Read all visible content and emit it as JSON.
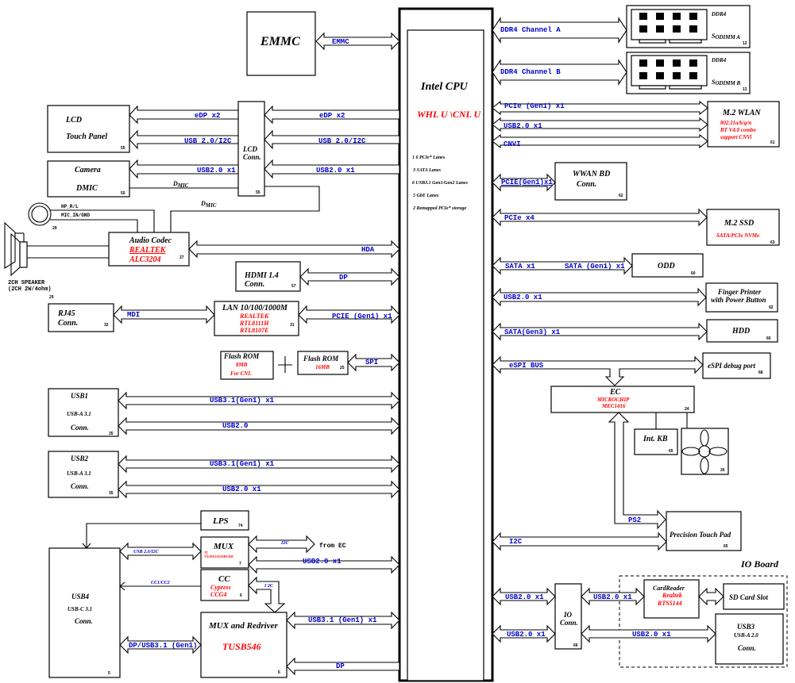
{
  "title": "Intel CPU WHL U / CNL U System Block Diagram",
  "cpu": {
    "title": "Intel CPU",
    "subtitle": "WHL U \\CNL U",
    "lanes": [
      "1 6 PCIe* Lanes",
      "3 SATA Lanes",
      "6  USB3.1 Gen1/Gen2 Lanes",
      "5 GbE Lanes",
      "2 Remapped  PCIe* storage"
    ]
  },
  "left_blocks": {
    "emmc": {
      "title": "EMMC",
      "bus": "EMMC"
    },
    "lcd_panel": {
      "line1": "LCD",
      "line2": "Touch Panel",
      "page": "55"
    },
    "camera": {
      "line1": "Camera",
      "line2": "DMIC",
      "page": "55"
    },
    "lcd_conn": {
      "line1": "LCD",
      "line2": "Conn.",
      "page": "55"
    },
    "lcd_buses": {
      "edp": "eDP x2",
      "usb_i2c": "USB 2.0/I2C",
      "usb2": "USB2.0 x1",
      "dmic": "D",
      "dmic_sub": "MIC"
    },
    "audio_jack": {
      "hp": "HP_R/L",
      "mic": "MIC_IN/GND",
      "page": "29"
    },
    "speaker": {
      "line1": "2CH SPEAKER",
      "line2": "(2CH 2W/4ohm)",
      "page": "29"
    },
    "audio_codec": {
      "title": "Audio Codec",
      "vendor": "REALTEK",
      "part": "ALC3204",
      "page": "27",
      "bus": "HDA"
    },
    "hdmi": {
      "line1": "HDMI  1.4",
      "line2": "Conn.",
      "page": "57",
      "bus": "DP"
    },
    "rj45": {
      "line1": "RJ45",
      "line2": "Conn.",
      "page": "32",
      "bus": "MDI"
    },
    "lan": {
      "title": "LAN 10/100/1000M",
      "vendor": "REALTEK",
      "part1": "RTL8111H",
      "part2": "RTL8107E",
      "page": "31",
      "bus": "PCIE  (Gen1)  x1"
    },
    "flash_rom_cnl": {
      "title": "Flash ROM",
      "size": "8MB",
      "note": "For CNL"
    },
    "flash_rom": {
      "title": "Flash ROM",
      "size": "16MB",
      "page": "25",
      "bus": "SPI"
    },
    "usb1": {
      "title": "USB1",
      "type": "USB-A 3.1",
      "conn": "Conn.",
      "page": "35",
      "bus1": "USB3.1(Gen1)  x1",
      "bus2": "USB2.0"
    },
    "usb2": {
      "title": "USB2",
      "type": "USB-A 3.1",
      "conn": "Conn.",
      "page": "35",
      "bus1": "USB3.1(Gen1)  x1",
      "bus2": "USB2.0  x1"
    },
    "lps": {
      "title": "LPS",
      "page": "74"
    },
    "mux": {
      "title": "MUX",
      "vendor": "TI",
      "part": "TS3DS10224RUKR",
      "page": "7",
      "i2c": "I2C",
      "from_ec": "from EC",
      "bus": "USB2.0  x1",
      "usb4_bus": "USB 2.0/I2C"
    },
    "cc": {
      "title": "CC",
      "vendor": "Cypress",
      "part": "CCG4",
      "page": "6",
      "bus": "CC1/CC2",
      "i2c": "I 2C"
    },
    "usb4": {
      "title": "USB4",
      "type": "USB-C 3.1",
      "conn": "Conn.",
      "page": "5"
    },
    "redriver": {
      "title": "MUX and Redriver",
      "part": "TUSB546",
      "page": "6",
      "bus_usb": "USB3.1  (Gen1)  x1",
      "bus_dp": "DP",
      "usb4_bus": "DP/USB3.1  (Gen1)"
    }
  },
  "right_blocks": {
    "dimm_a": {
      "type": "DDR4",
      "name": "S",
      "name_sub": "ODIMM A",
      "page": "12",
      "bus": "DDR4  Channel  A"
    },
    "dimm_b": {
      "type": "DDR4",
      "name": "S",
      "name_sub": "ODIMM B",
      "page": "13",
      "bus": "DDR4  Channel  B"
    },
    "wlan": {
      "title": "M.2 WLAN",
      "l1": "802.11a/b/g/n",
      "l2": "BT V4.0 combo",
      "l3": "support CNVi",
      "page": "61",
      "bus1": "PCIe  (Gen1)  x1",
      "bus2": "USB2.0  x1",
      "bus3": "CNVI"
    },
    "wwan": {
      "line1": "WWAN BD",
      "line2": "Conn.",
      "page": "62",
      "bus": "PCIE(Gen1)x1"
    },
    "ssd": {
      "title": "M.2 SSD",
      "sub": "SATA/PCIe NVMe",
      "page": "63",
      "bus": "PCIe  x4"
    },
    "odd": {
      "title": "ODD",
      "page": "60",
      "bus1": "SATA  x1",
      "bus2": "SATA  (Gen1)  x1"
    },
    "finger": {
      "line1": "Finger Printer",
      "line2": "with Power Button",
      "page": "92",
      "bus": "USB2.0  x1"
    },
    "hdd": {
      "title": "HDD",
      "page": "60",
      "bus": "SATA(Gen3)  x1"
    },
    "espi": {
      "title": "eSPI debug  port",
      "page": "68",
      "bus": "eSPI  BUS"
    },
    "ec": {
      "title": "EC",
      "vendor": "MICROCHIP",
      "part": "MEC1416",
      "page": "24"
    },
    "kb": {
      "title": "Int. KB",
      "page": "65"
    },
    "fan": {
      "page": "26"
    },
    "touchpad": {
      "title": "Precision Touch Pad",
      "page": "65",
      "bus_ps2": "PS2",
      "bus_i2c": "I2C"
    },
    "io_board": {
      "label": "IO Board"
    },
    "io_conn": {
      "line1": "IO",
      "line2": "Conn.",
      "page": "66",
      "bus1": "USB2.0  x1",
      "bus2": "USB2.0  x1",
      "bus3": "USB2.0  x1",
      "bus4": "USB2.0  x1"
    },
    "cardreader": {
      "title": "CardReader",
      "vendor": "Realtek",
      "part": "RTS5144"
    },
    "sdcard": {
      "title": "SD Card Slot"
    },
    "usb3": {
      "title": "USB3",
      "type": "USB-A 2.0",
      "conn": "Conn."
    }
  },
  "colors": {
    "bus_text": "#0000cc",
    "part_text": "#ff0000",
    "lines": "#000000"
  }
}
